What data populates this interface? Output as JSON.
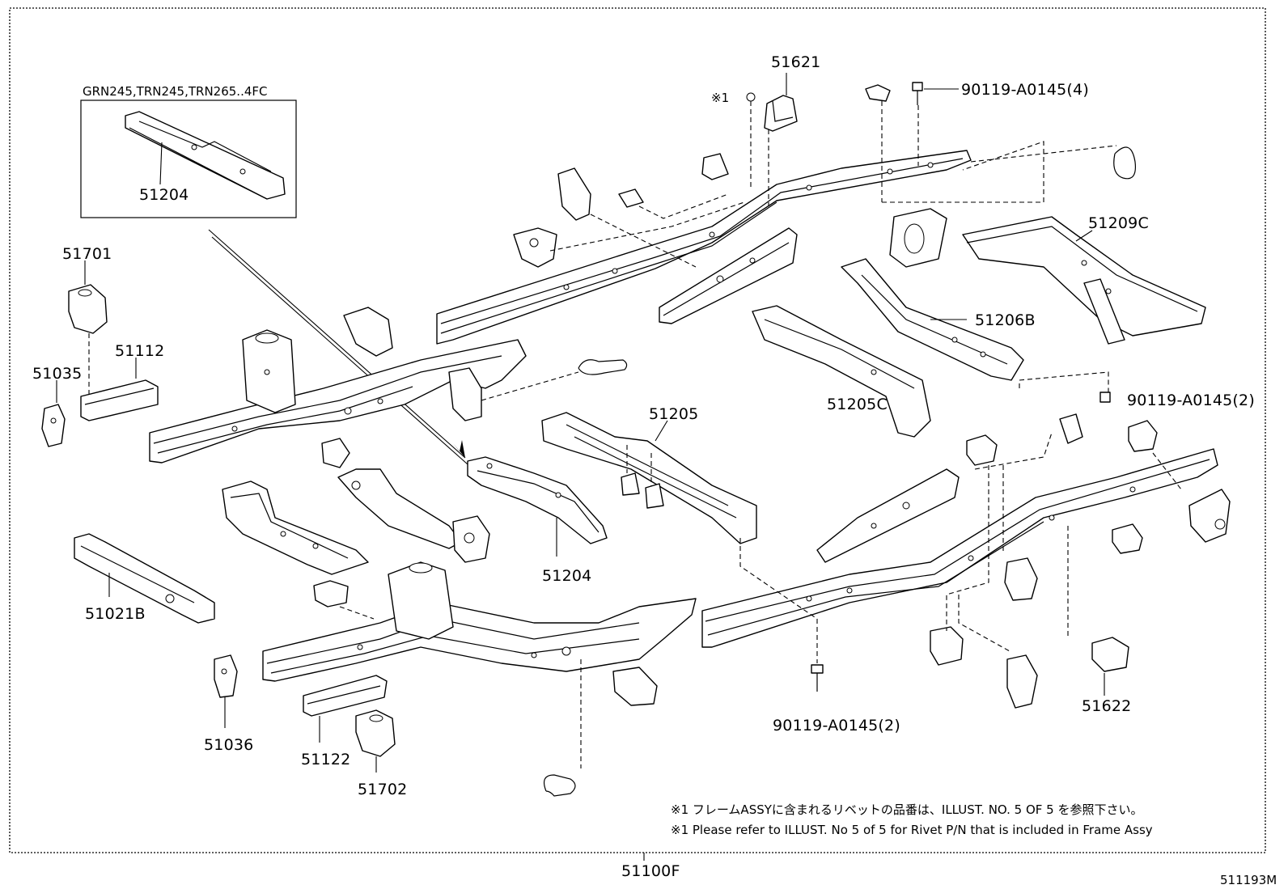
{
  "labels": {
    "p51621": "51621",
    "p90119_4": "90119-A0145(4)",
    "rivet_mark": "※1",
    "inset_models": "GRN245,TRN245,TRN265..4FC",
    "p51204_inset": "51204",
    "p51701": "51701",
    "p51112": "51112",
    "p51035": "51035",
    "p51209c": "51209C",
    "p51206b": "51206B",
    "p51205c": "51205C",
    "p51205": "51205",
    "p90119_2_right": "90119-A0145(2)",
    "p51204": "51204",
    "p51021b": "51021B",
    "p51036": "51036",
    "p51122": "51122",
    "p51702": "51702",
    "p90119_2_bottom": "90119-A0145(2)",
    "p51622": "51622",
    "p51100f": "51100F",
    "illust_id": "511193M"
  },
  "notes": {
    "jp": "※1 フレームASSYに含まれるリベットの品番は、ILLUST. NO. 5 OF 5 を参照下さい。",
    "en": "※1 Please refer to ILLUST. No 5 of 5 for Rivet P/N that is included in Frame Assy"
  }
}
